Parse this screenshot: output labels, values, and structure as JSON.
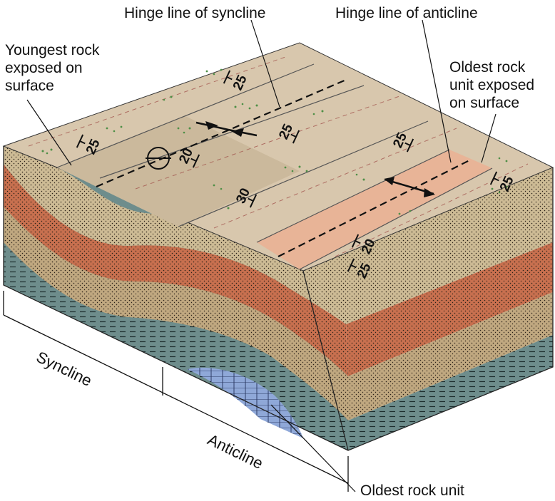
{
  "labels": {
    "hinge_syncline": "Hinge line of syncline",
    "hinge_anticline": "Hinge line of anticline",
    "youngest": [
      "Youngest rock",
      "exposed on",
      "surface"
    ],
    "oldest_exposed": [
      "Oldest rock",
      "unit exposed",
      "on surface"
    ],
    "oldest_unit": "Oldest rock unit",
    "syncline": "Syncline",
    "anticline": "Anticline"
  },
  "dip_values": [
    "25",
    "25",
    "20",
    "25",
    "25",
    "30",
    "25",
    "20",
    "25"
  ],
  "colors": {
    "surface": "#d8c7ad",
    "surface_light": "#e3d5bf",
    "oldest_band": "#e8b497",
    "sand_layer": "#c8b38c",
    "red_layer": "#c8704f",
    "shale_layer": "#6e8d8c",
    "limestone": "#8fa8d8",
    "vegetation": "#4e8f46"
  }
}
